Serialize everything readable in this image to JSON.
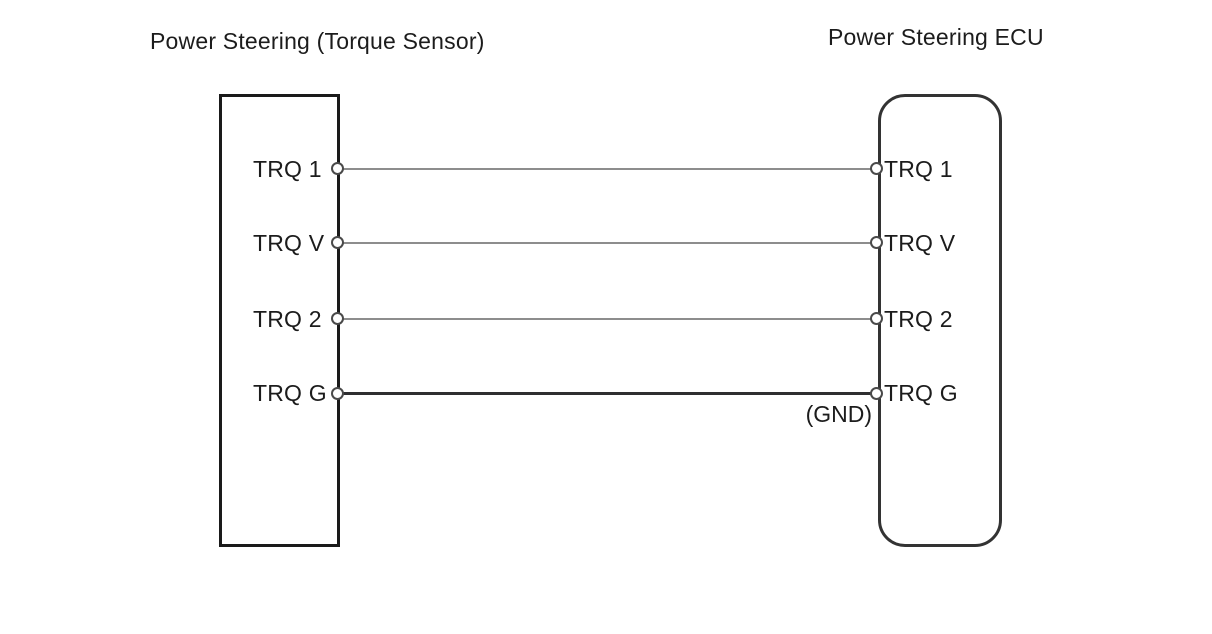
{
  "diagram": {
    "left_component": {
      "title": "Power Steering (Torque Sensor)",
      "pins": [
        {
          "label": "TRQ 1"
        },
        {
          "label": "TRQ V"
        },
        {
          "label": "TRQ 2"
        },
        {
          "label": "TRQ G"
        }
      ]
    },
    "right_component": {
      "title": "Power Steering ECU",
      "pins": [
        {
          "label": "TRQ 1"
        },
        {
          "label": "TRQ V"
        },
        {
          "label": "TRQ 2"
        },
        {
          "label": "TRQ G",
          "annotation": "(GND)"
        }
      ]
    },
    "wires": [
      {
        "from": "TRQ 1",
        "to": "TRQ 1",
        "color": "#8d8d8d"
      },
      {
        "from": "TRQ V",
        "to": "TRQ V",
        "color": "#8d8d8d"
      },
      {
        "from": "TRQ 2",
        "to": "TRQ 2",
        "color": "#8d8d8d"
      },
      {
        "from": "TRQ G",
        "to": "TRQ G",
        "color": "#2e2e30"
      }
    ],
    "colors": {
      "background": "#ffffff",
      "text": "#1c1c1c",
      "sensor_box_border": "#1a1a1a",
      "ecu_box_border": "#333333",
      "wire_gray": "#8d8d8d",
      "wire_dark": "#2e2e30",
      "port_stroke": "#4a4a4a"
    }
  }
}
